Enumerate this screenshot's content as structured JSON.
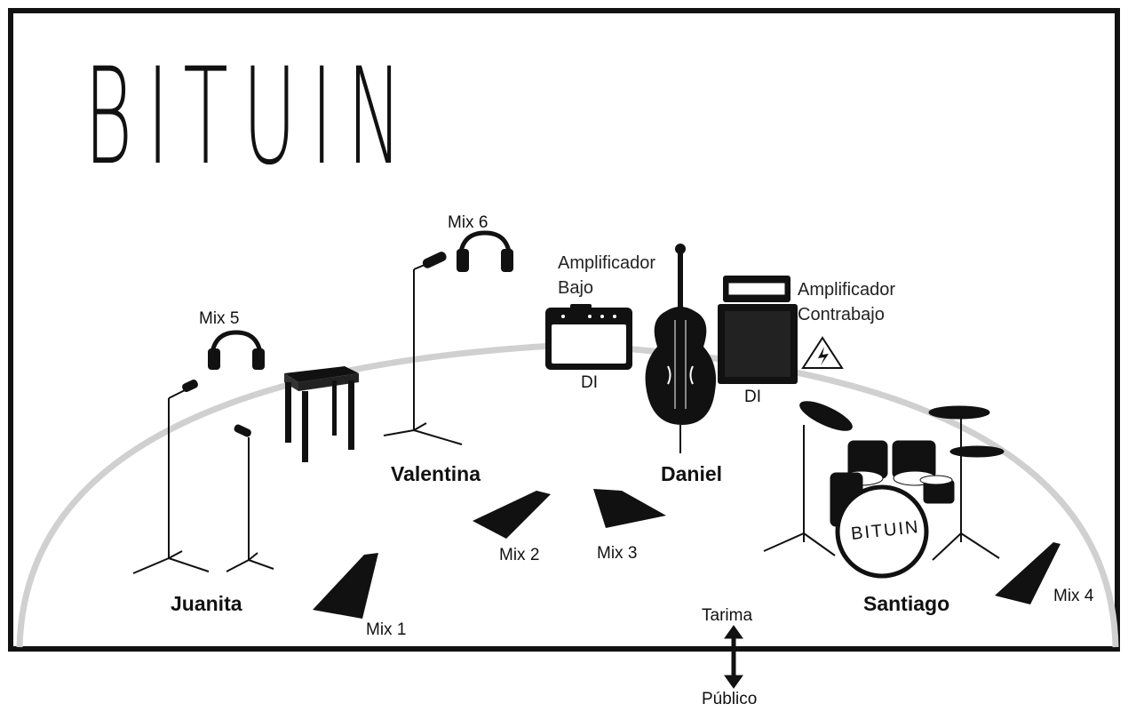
{
  "band_name": "BITUIN",
  "musicians": {
    "juanita": "Juanita",
    "valentina": "Valentina",
    "daniel": "Daniel",
    "santiago": "Santiago"
  },
  "monitors": {
    "mix1": "Mix 1",
    "mix2": "Mix 2",
    "mix3": "Mix 3",
    "mix4": "Mix 4",
    "mix5": "Mix 5",
    "mix6": "Mix 6"
  },
  "amplifiers": {
    "bass_line1": "Amplificador",
    "bass_line2": "Bajo",
    "contrabass_line1": "Amplificador",
    "contrabass_line2": "Contrabajo"
  },
  "di_labels": {
    "bass": "DI",
    "contrabass": "DI"
  },
  "drum_logo": "BITUIN",
  "stage_label": "Tarima",
  "audience_label": "Público",
  "colors": {
    "stage_arc": "#d0d0d0",
    "ink": "#111111"
  }
}
